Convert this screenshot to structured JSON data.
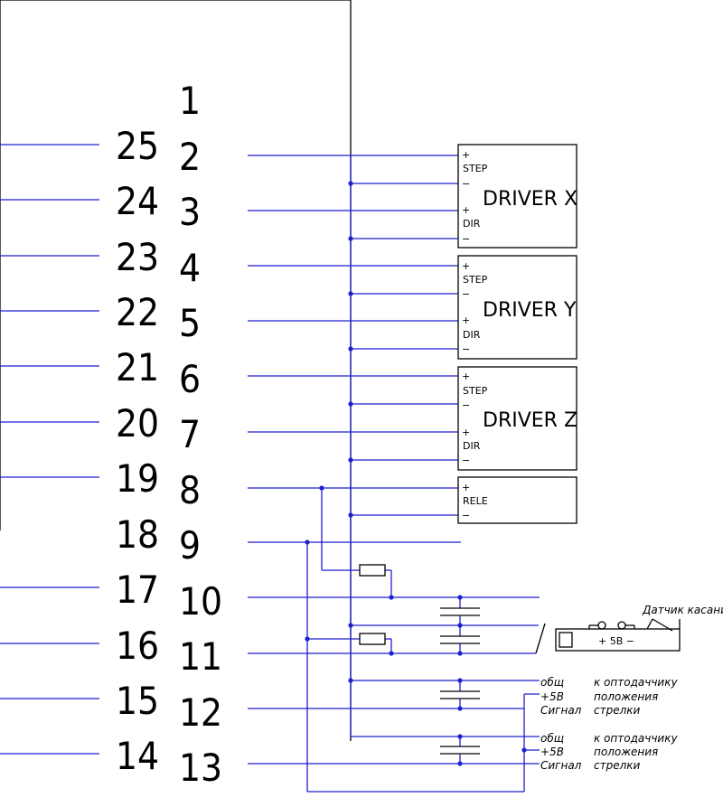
{
  "connector": {
    "left_pins": [
      "25",
      "24",
      "23",
      "22",
      "21",
      "20",
      "19",
      "18",
      "17",
      "16",
      "15",
      "14"
    ],
    "right_pins": [
      "1",
      "2",
      "3",
      "4",
      "5",
      "6",
      "7",
      "8",
      "9",
      "10",
      "11",
      "12",
      "13"
    ]
  },
  "drivers": [
    {
      "name": "DRIVER X",
      "step": "STEP",
      "dir": "DIR"
    },
    {
      "name": "DRIVER Y",
      "step": "STEP",
      "dir": "DIR"
    },
    {
      "name": "DRIVER Z",
      "step": "STEP",
      "dir": "DIR"
    }
  ],
  "relay": {
    "label": "RELE"
  },
  "polarity": {
    "plus": "+",
    "minus": "−"
  },
  "touch_sensor": {
    "title": "Датчик касания",
    "supply": "+ 5В −"
  },
  "opto_sensors": [
    {
      "pins": [
        "общ",
        "+5В",
        "Сигнал"
      ],
      "desc": [
        "к оптодаччику",
        "положения",
        "стрелки"
      ]
    },
    {
      "pins": [
        "общ",
        "+5В",
        "Сигнал"
      ],
      "desc": [
        "к оптодаччику",
        "положения",
        "стрелки"
      ]
    }
  ],
  "colors": {
    "wire": "#1f1fd0",
    "outline": "#000000"
  }
}
